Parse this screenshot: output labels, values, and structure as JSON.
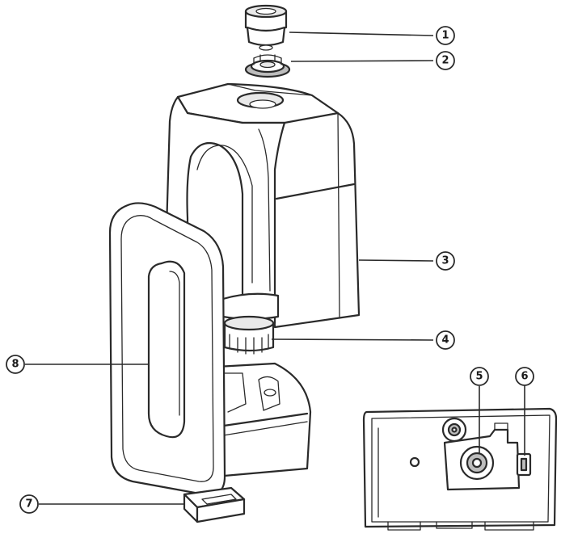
{
  "callouts": [
    {
      "id": "c1",
      "label": "1"
    },
    {
      "id": "c2",
      "label": "2"
    },
    {
      "id": "c3",
      "label": "3"
    },
    {
      "id": "c4",
      "label": "4"
    },
    {
      "id": "c5",
      "label": "5"
    },
    {
      "id": "c6",
      "label": "6"
    },
    {
      "id": "c7",
      "label": "7"
    },
    {
      "id": "c8",
      "label": "8"
    }
  ],
  "colors": {
    "line": "#2a2a2a",
    "background": "#ffffff"
  }
}
